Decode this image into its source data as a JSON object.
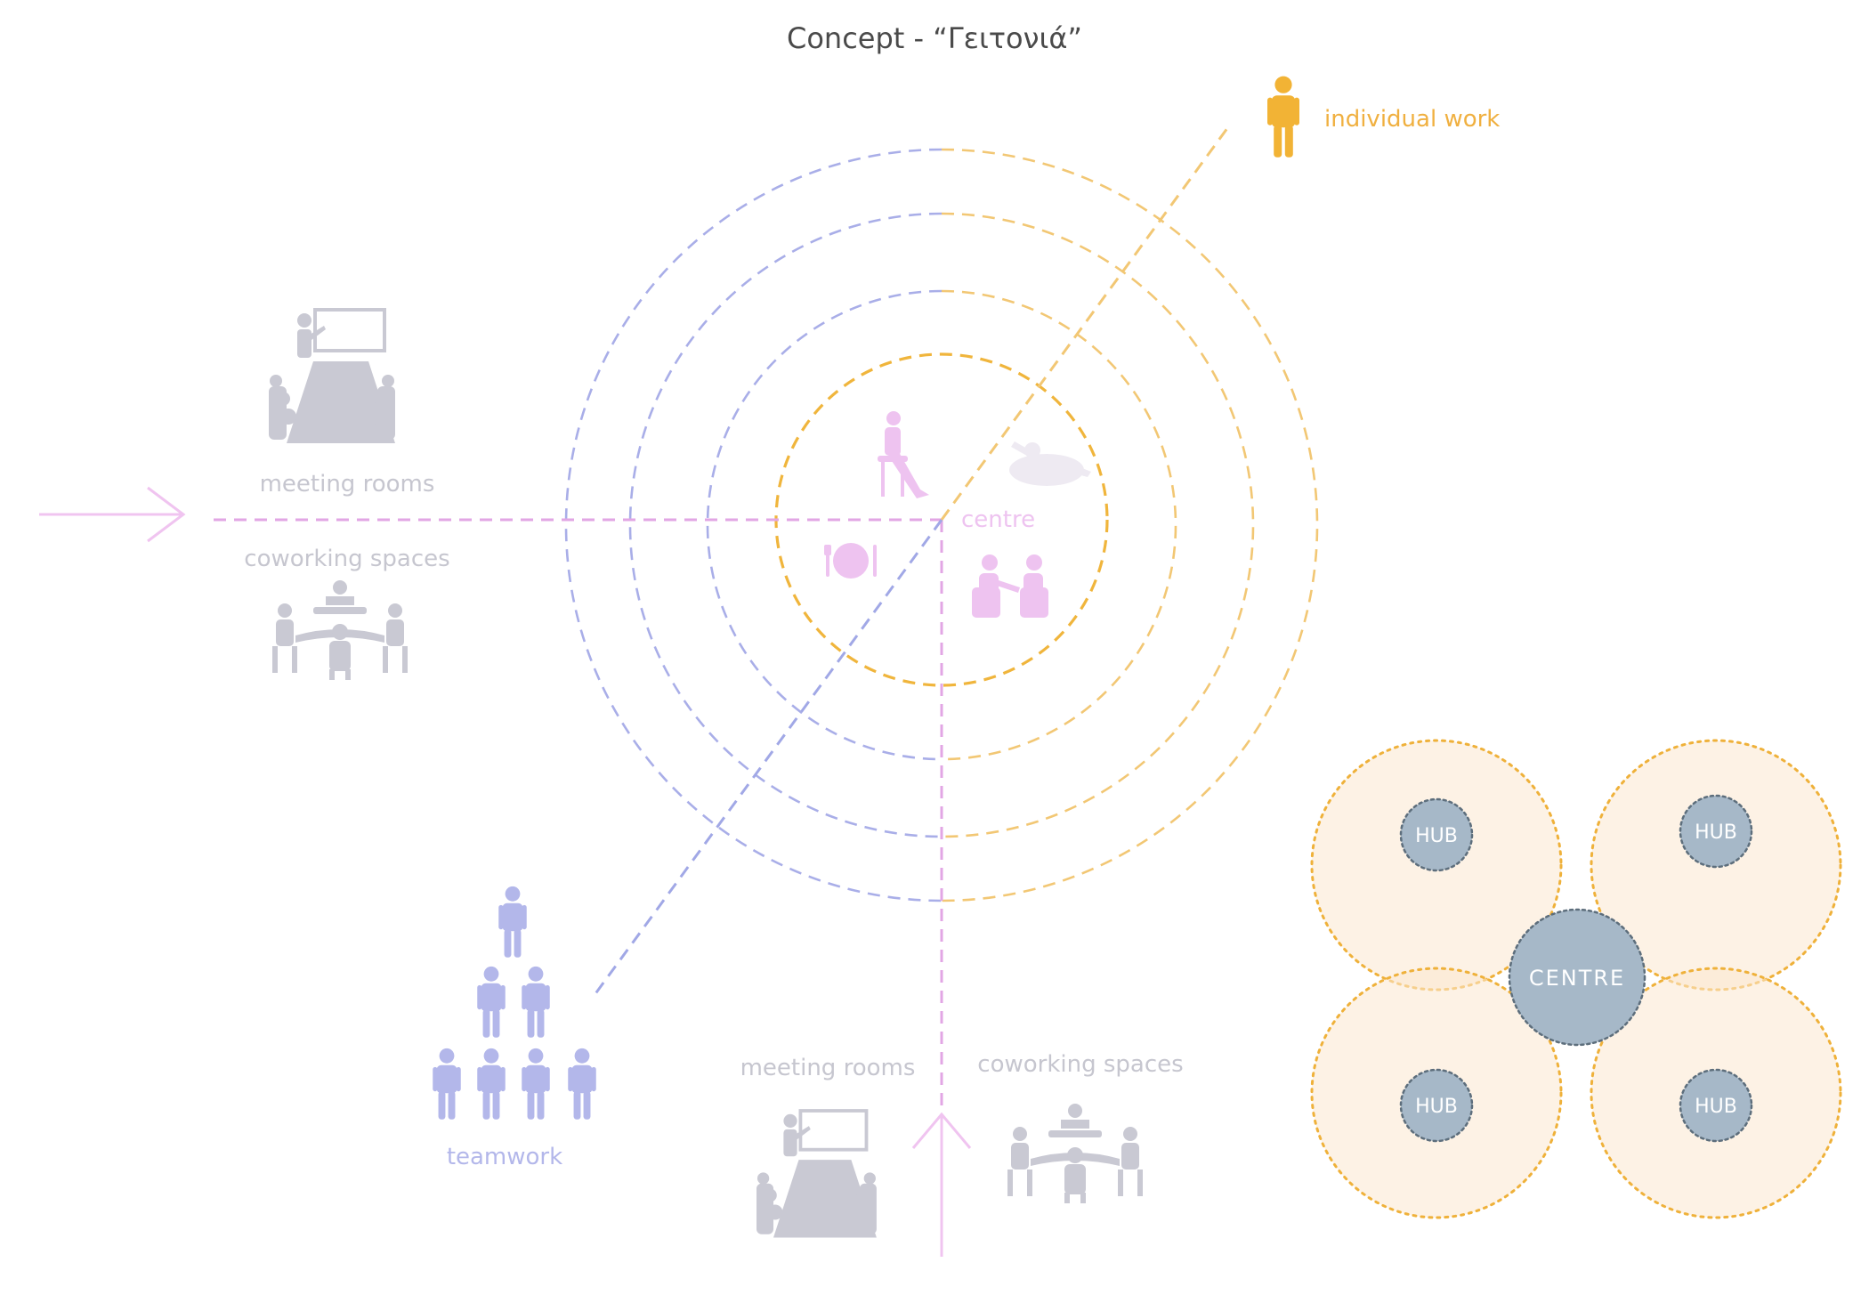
{
  "title": "Concept - “Γειτονιά”",
  "labels": {
    "individual_work": "individual work",
    "meeting_rooms_left": "meeting rooms",
    "coworking_left": "coworking spaces",
    "centre": "centre",
    "teamwork": "teamwork",
    "meeting_rooms_bottom": "meeting rooms",
    "coworking_bottom": "coworking spaces"
  },
  "hub_diagram": {
    "hubs": [
      "HUB",
      "HUB",
      "HUB",
      "HUB"
    ],
    "centre": "CENTRE"
  },
  "colors": {
    "title": "#4a4a4a",
    "orange": "#f2b84b",
    "orange_text": "#f0b040",
    "purple": "#a9aee8",
    "pink": "#e7a8e7",
    "pink_icon": "#eec3f0",
    "gray_icon": "#c9c9d3",
    "gray_text": "#c6c6cf",
    "hub_fill": "#a6b8c8",
    "zone_fill": "#fbe8cf"
  },
  "icons": [
    "person-icon",
    "meeting-table-icon",
    "coworking-table-icon",
    "teamwork-pyramid-icon",
    "stool-sitter-icon",
    "reclining-person-icon",
    "plate-cutlery-icon",
    "conversation-icon",
    "arrow-right-icon",
    "arrow-up-icon"
  ]
}
